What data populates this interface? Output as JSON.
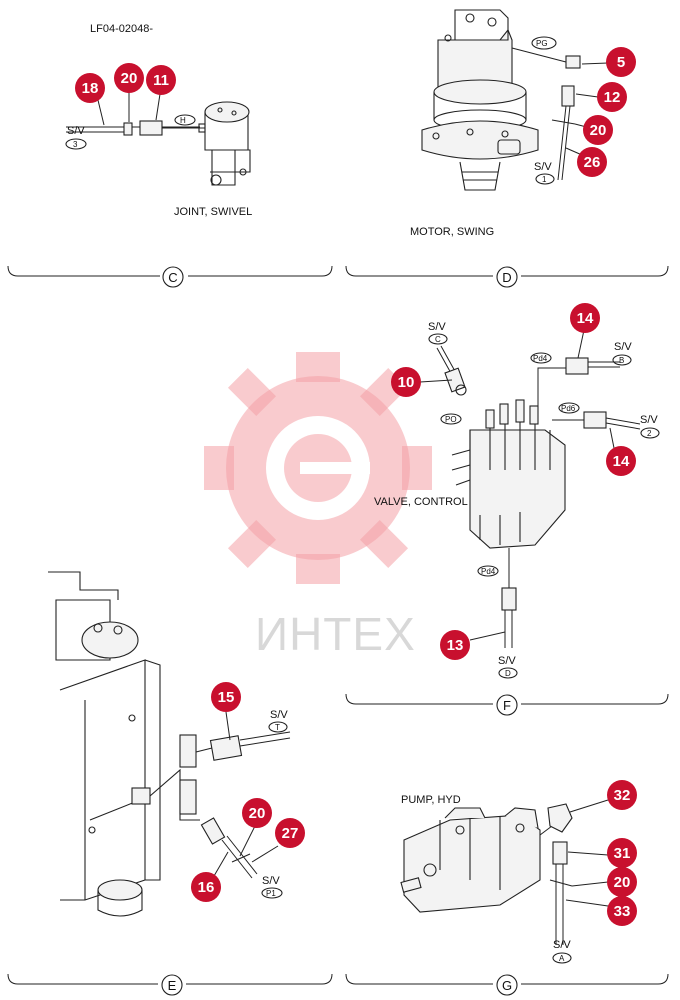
{
  "header": {
    "code": "LF04-02048-"
  },
  "watermark": {
    "text": "ИНТЕХ"
  },
  "sections": {
    "c": {
      "letter": "C",
      "component": "JOINT, SWIVEL"
    },
    "d": {
      "letter": "D",
      "component": "MOTOR, SWING"
    },
    "f": {
      "letter": "F",
      "component": "VALVE, CONTROL"
    },
    "e": {
      "letter": "E"
    },
    "g": {
      "letter": "G",
      "component": "PUMP, HYD"
    }
  },
  "ports": {
    "H": "H",
    "PG": "PG",
    "Pd4a": "Pd4",
    "Pd6": "Pd6",
    "PO": "PO",
    "Pd4b": "Pd4"
  },
  "sv_tags": {
    "sv": "S/V",
    "c3": "3",
    "d1": "1",
    "fC": "C",
    "fB": "B",
    "f2": "2",
    "fD": "D",
    "eT": "T",
    "eP1": "P1",
    "gA": "A"
  },
  "callouts": {
    "c18": "18",
    "c20": "20",
    "c11": "11",
    "d5": "5",
    "d12": "12",
    "d20": "20",
    "d26": "26",
    "f10": "10",
    "f14a": "14",
    "f14b": "14",
    "f13": "13",
    "e15": "15",
    "e20": "20",
    "e27": "27",
    "e16": "16",
    "g32": "32",
    "g31": "31",
    "g20": "20",
    "g33": "33"
  },
  "colors": {
    "callout": "#c8102e",
    "watermark": "#f4a0a6"
  }
}
